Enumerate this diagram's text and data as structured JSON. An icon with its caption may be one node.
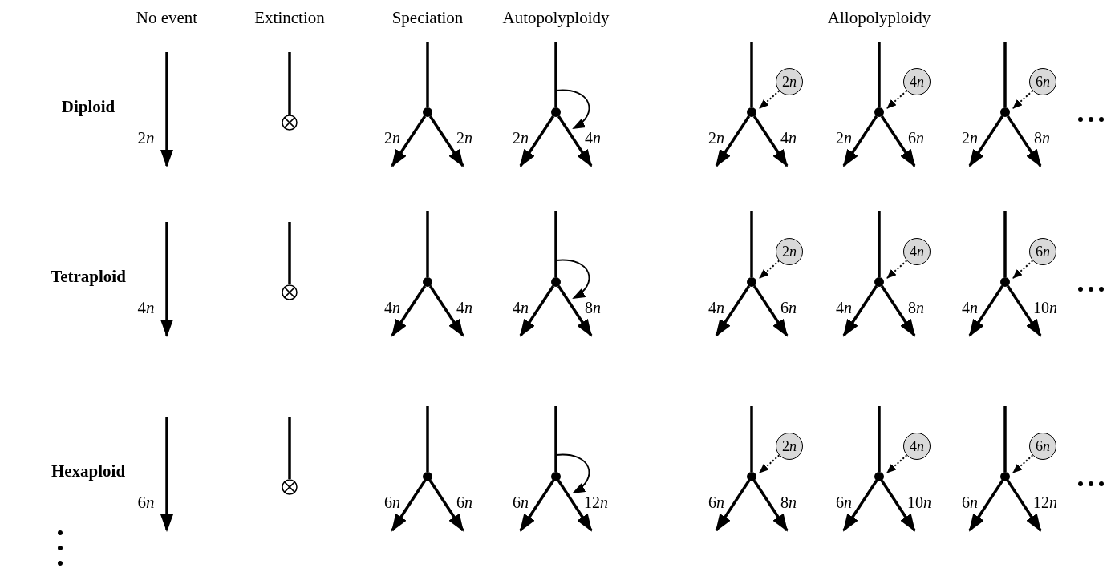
{
  "diagram": {
    "nodes": [
      {
        "text": [],
        "shape": "circle"
      },
      {
        "text": [],
        "shape": "circle"
      },
      {
        "text": [],
        "shape": "circle"
      },
      {
        "text": [],
        "shape": "circle"
      },
      {
        "text": [
          "2n"
        ]
      },
      {
        "text": [],
        "shape": "circle"
      },
      {
        "text": [
          "4n"
        ]
      },
      {
        "text": [],
        "shape": "circle"
      },
      {
        "text": [
          "6n"
        ]
      },
      {
        "text": [],
        "shape": "circle"
      },
      {
        "text": [],
        "shape": "circle"
      },
      {
        "text": [],
        "shape": "circle"
      },
      {
        "text": [],
        "shape": "circle"
      },
      {
        "text": [
          "2n"
        ]
      },
      {
        "text": [],
        "shape": "circle"
      },
      {
        "text": [
          "4n"
        ]
      },
      {
        "text": [],
        "shape": "circle"
      },
      {
        "text": [
          "6n"
        ]
      },
      {
        "text": [],
        "shape": "circle"
      },
      {
        "text": [],
        "shape": "circle"
      },
      {
        "text": [],
        "shape": "circle"
      },
      {
        "text": [],
        "shape": "circle"
      },
      {
        "text": [
          "2n"
        ]
      },
      {
        "text": [],
        "shape": "circle"
      },
      {
        "text": [
          "4n"
        ]
      },
      {
        "text": [],
        "shape": "circle"
      },
      {
        "text": [
          "6n"
        ]
      }
    ],
    "edges": [
      {
        "from": null,
        "to": 0,
        "arrow": "none"
      },
      {
        "from": null,
        "to": 1,
        "arrow": "none"
      },
      {
        "from": 1,
        "to": null,
        "arrow": "to",
        "label": "2n"
      },
      {
        "from": 1,
        "to": null,
        "arrow": "to",
        "label": "2n"
      },
      {
        "from": null,
        "to": 2,
        "arrow": "none"
      },
      {
        "from": 2,
        "to": 2,
        "arrow": "to"
      },
      {
        "from": 2,
        "to": null,
        "arrow": "to",
        "label": "2n"
      },
      {
        "from": 2,
        "to": null,
        "arrow": "to",
        "label": "4n"
      },
      {
        "from": null,
        "to": 3,
        "arrow": "none"
      },
      {
        "from": 4,
        "to": 3,
        "arrow": "to",
        "style": "dashed"
      },
      {
        "from": 3,
        "to": null,
        "arrow": "to",
        "label": "2n"
      },
      {
        "from": 3,
        "to": null,
        "arrow": "to",
        "label": "4n"
      },
      {
        "from": null,
        "to": 5,
        "arrow": "none"
      },
      {
        "from": 6,
        "to": 5,
        "arrow": "to",
        "style": "dashed"
      },
      {
        "from": 5,
        "to": null,
        "arrow": "to",
        "label": "2n"
      },
      {
        "from": 5,
        "to": null,
        "arrow": "to",
        "label": "6n"
      },
      {
        "from": null,
        "to": 7,
        "arrow": "none"
      },
      {
        "from": 8,
        "to": 7,
        "arrow": "to",
        "style": "dashed"
      },
      {
        "from": 7,
        "to": null,
        "arrow": "to",
        "label": "2n"
      },
      {
        "from": 7,
        "to": null,
        "arrow": "to",
        "label": "8n"
      },
      {
        "from": null,
        "to": 9,
        "arrow": "none"
      },
      {
        "from": null,
        "to": 10,
        "arrow": "none"
      },
      {
        "from": 10,
        "to": null,
        "arrow": "to",
        "label": "4n"
      },
      {
        "from": 10,
        "to": null,
        "arrow": "to",
        "label": "4n"
      },
      {
        "from": null,
        "to": 11,
        "arrow": "none"
      },
      {
        "from": 11,
        "to": 11,
        "arrow": "to"
      },
      {
        "from": 11,
        "to": null,
        "arrow": "to",
        "label": "4n"
      },
      {
        "from": 11,
        "to": null,
        "arrow": "to",
        "label": "8n"
      },
      {
        "from": null,
        "to": 12,
        "arrow": "none"
      },
      {
        "from": 13,
        "to": 12,
        "arrow": "to",
        "style": "dashed"
      },
      {
        "from": 12,
        "to": null,
        "arrow": "to",
        "label": "4n"
      },
      {
        "from": 12,
        "to": null,
        "arrow": "to",
        "label": "6n"
      },
      {
        "from": null,
        "to": 14,
        "arrow": "none"
      },
      {
        "from": 15,
        "to": 14,
        "arrow": "to",
        "style": "dashed"
      },
      {
        "from": 14,
        "to": null,
        "arrow": "to",
        "label": "4n"
      },
      {
        "from": 14,
        "to": null,
        "arrow": "to",
        "label": "8n"
      },
      {
        "from": null,
        "to": 16,
        "arrow": "none"
      },
      {
        "from": 17,
        "to": 16,
        "arrow": "to",
        "style": "dashed"
      },
      {
        "from": 16,
        "to": null,
        "arrow": "to",
        "label": "4n"
      },
      {
        "from": 16,
        "to": null,
        "arrow": "to",
        "label": "10n"
      },
      {
        "from": null,
        "to": 18,
        "arrow": "none"
      },
      {
        "from": null,
        "to": 19,
        "arrow": "none"
      },
      {
        "from": 19,
        "to": null,
        "arrow": "to",
        "label": "6n"
      },
      {
        "from": 19,
        "to": null,
        "arrow": "to",
        "label": "6n"
      },
      {
        "from": null,
        "to": 20,
        "arrow": "none"
      },
      {
        "from": 20,
        "to": 20,
        "arrow": "to"
      },
      {
        "from": 20,
        "to": null,
        "arrow": "to",
        "label": "6n"
      },
      {
        "from": 20,
        "to": null,
        "arrow": "to",
        "label": "12n"
      },
      {
        "from": null,
        "to": 21,
        "arrow": "none"
      },
      {
        "from": 22,
        "to": 21,
        "arrow": "to",
        "style": "dashed"
      },
      {
        "from": 21,
        "to": null,
        "arrow": "to",
        "label": "6n"
      },
      {
        "from": 21,
        "to": null,
        "arrow": "to",
        "label": "8n"
      },
      {
        "from": null,
        "to": 23,
        "arrow": "none"
      },
      {
        "from": 24,
        "to": 23,
        "arrow": "to",
        "style": "dashed"
      },
      {
        "from": 23,
        "to": null,
        "arrow": "to",
        "label": "6n"
      },
      {
        "from": 23,
        "to": null,
        "arrow": "to",
        "label": "10n"
      },
      {
        "from": null,
        "to": 25,
        "arrow": "none"
      },
      {
        "from": 26,
        "to": 25,
        "arrow": "to",
        "style": "dashed"
      },
      {
        "from": 25,
        "to": null,
        "arrow": "to",
        "label": "6n"
      },
      {
        "from": 25,
        "to": null,
        "arrow": "to",
        "label": "12n"
      }
    ],
    "labels": [
      "No event",
      "Extinction",
      "Speciation",
      "Autopolyploidy",
      "Allopolyploidy",
      "Diploid",
      "2n",
      "Tetraploid",
      "4n",
      "Hexaploid",
      "6n"
    ]
  }
}
